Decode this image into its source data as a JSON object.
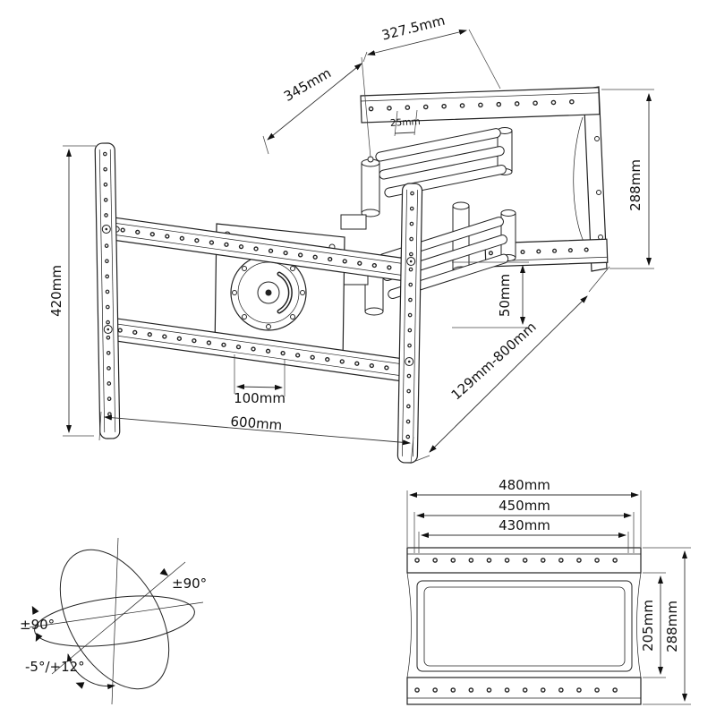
{
  "main_view": {
    "labels": {
      "depth_arm": "345mm",
      "depth_wall": "327.5mm",
      "hole_pitch": "25mm",
      "wall_plate_height": "288mm",
      "rail_height": "420mm",
      "arm_offset": "50mm",
      "vesa_width": "100mm",
      "rail_width": "600mm",
      "extension_range": "129mm-800mm"
    }
  },
  "rotation_view": {
    "labels": {
      "swivel_right": "±90°",
      "swivel_left": "±90°",
      "tilt": "-5°/+12°"
    }
  },
  "front_view": {
    "labels": {
      "plate_width": "480mm",
      "hole_span_outer": "450mm",
      "hole_span_inner": "430mm",
      "inner_height": "205mm",
      "plate_height": "288mm"
    }
  }
}
